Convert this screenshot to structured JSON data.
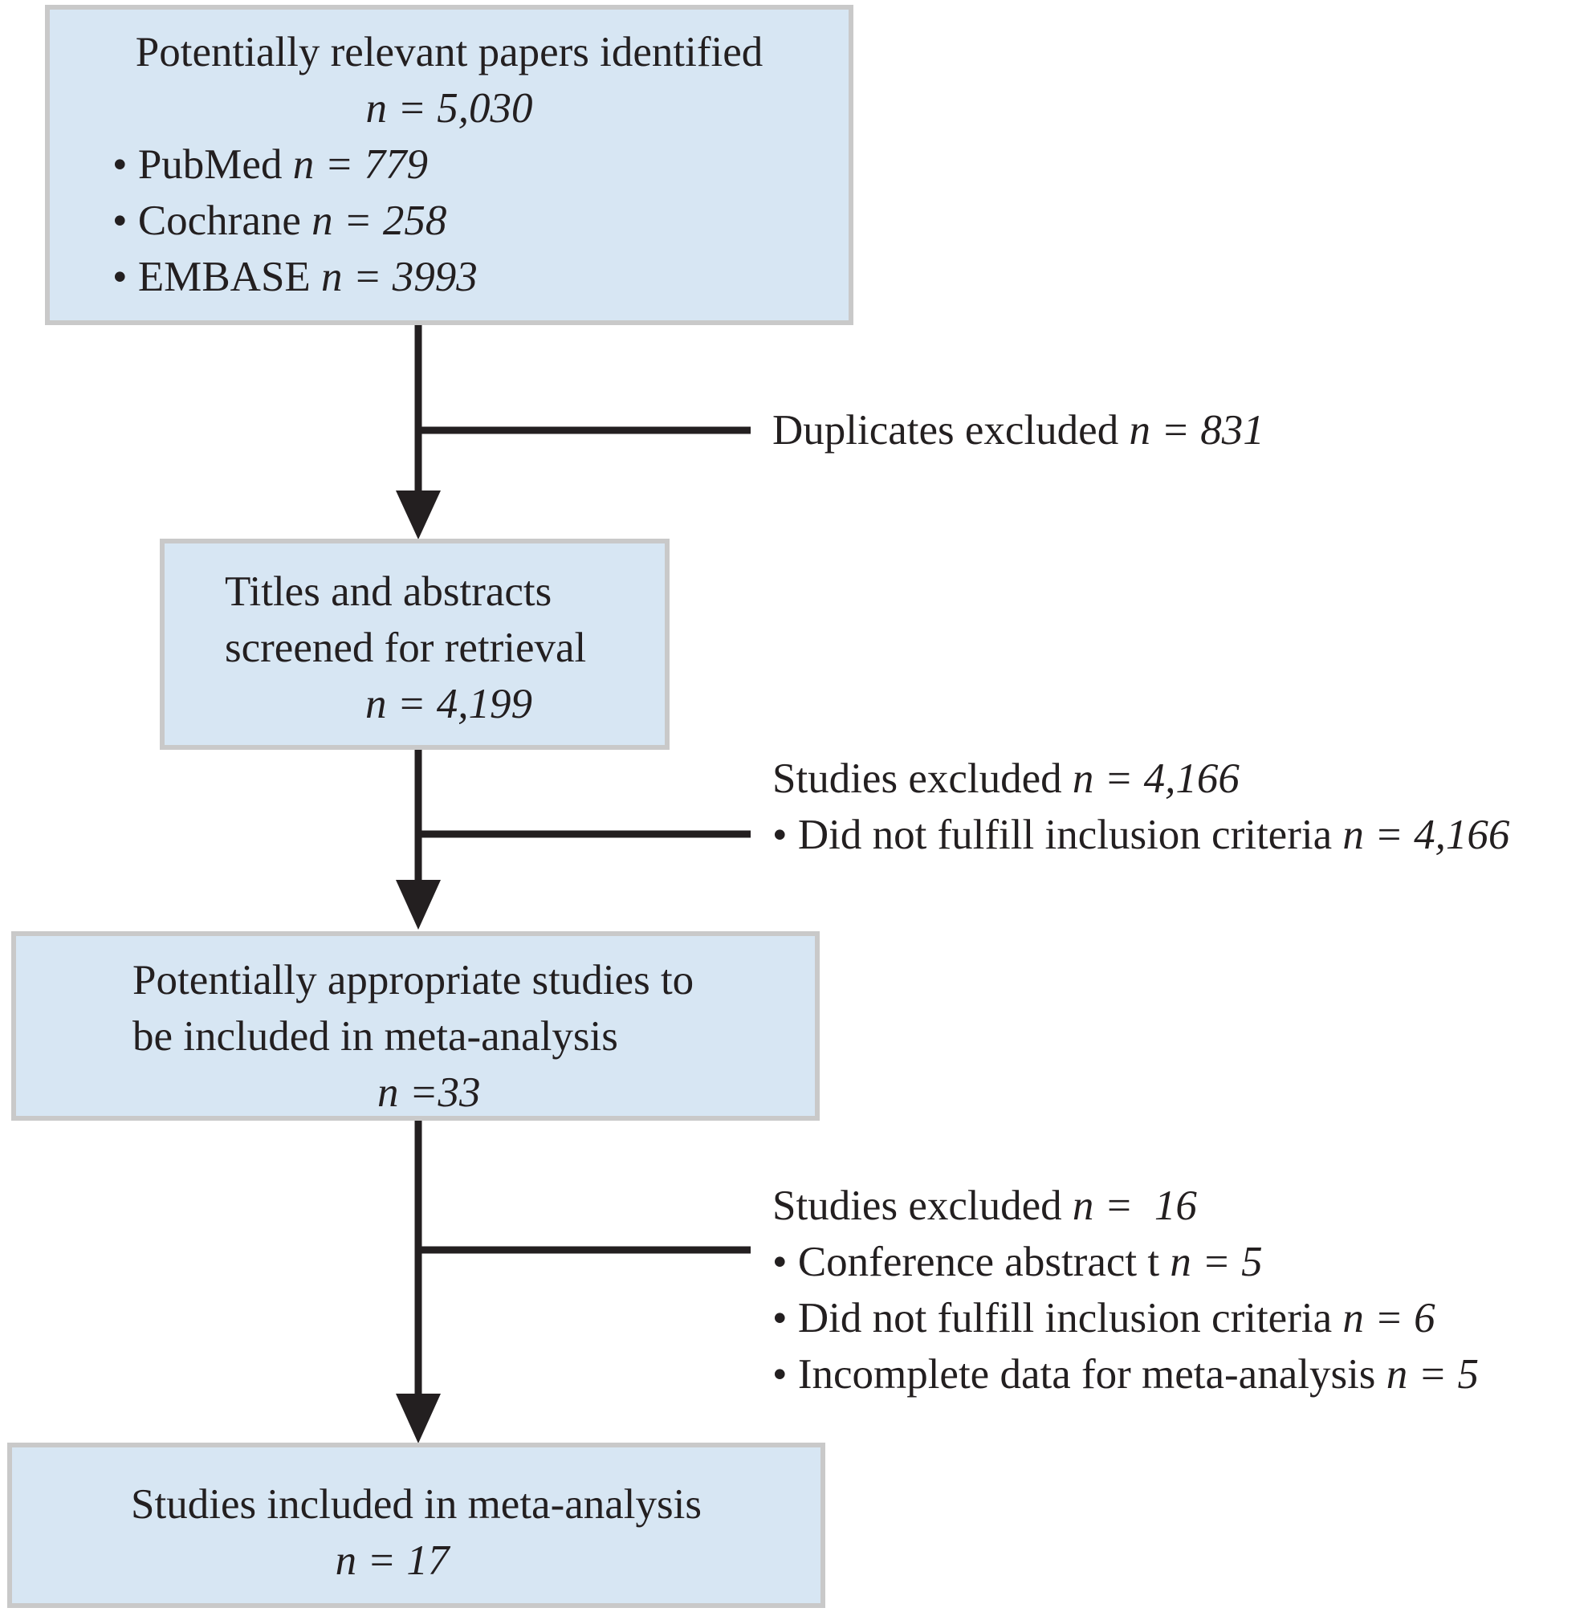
{
  "boxes": {
    "identified": {
      "title": "Potentially relevant papers identified",
      "n": "n = 5,030",
      "sources": [
        {
          "bullet": "•",
          "label": "PubMed",
          "n": "n = 779"
        },
        {
          "bullet": "•",
          "label": "Cochrane",
          "n": "n = 258"
        },
        {
          "bullet": "•",
          "label": "EMBASE",
          "n": "n = 3993"
        }
      ]
    },
    "screened": {
      "line1": "Titles and abstracts",
      "line2": "screened for retrieval",
      "n": "n = 4,199"
    },
    "appropriate": {
      "line1": "Potentially appropriate studies to",
      "line2": "be included in meta-analysis",
      "n": "n =33"
    },
    "included": {
      "title": "Studies included in meta-analysis",
      "n": "n = 17"
    }
  },
  "exclusions": {
    "duplicates": {
      "label": "Duplicates excluded",
      "n": "n = 831"
    },
    "screening": {
      "label": "Studies excluded",
      "n": "n = 4,166",
      "reasons": [
        {
          "bullet": "•",
          "label": "Did not fulfill inclusion criteria",
          "n": "n = 4,166"
        }
      ]
    },
    "eligibility": {
      "label": "Studies excluded",
      "n": "n =  16",
      "reasons": [
        {
          "bullet": "•",
          "label": "Conference abstract t",
          "n": "n = 5"
        },
        {
          "bullet": "•",
          "label": "Did not fulfill inclusion criteria",
          "n": "n = 6"
        },
        {
          "bullet": "•",
          "label": "Incomplete data for meta-analysis",
          "n": "n = 5"
        }
      ]
    }
  },
  "colors": {
    "box_fill": "#d7e6f3",
    "box_border": "#c9c9c9",
    "arrow": "#231f20"
  }
}
